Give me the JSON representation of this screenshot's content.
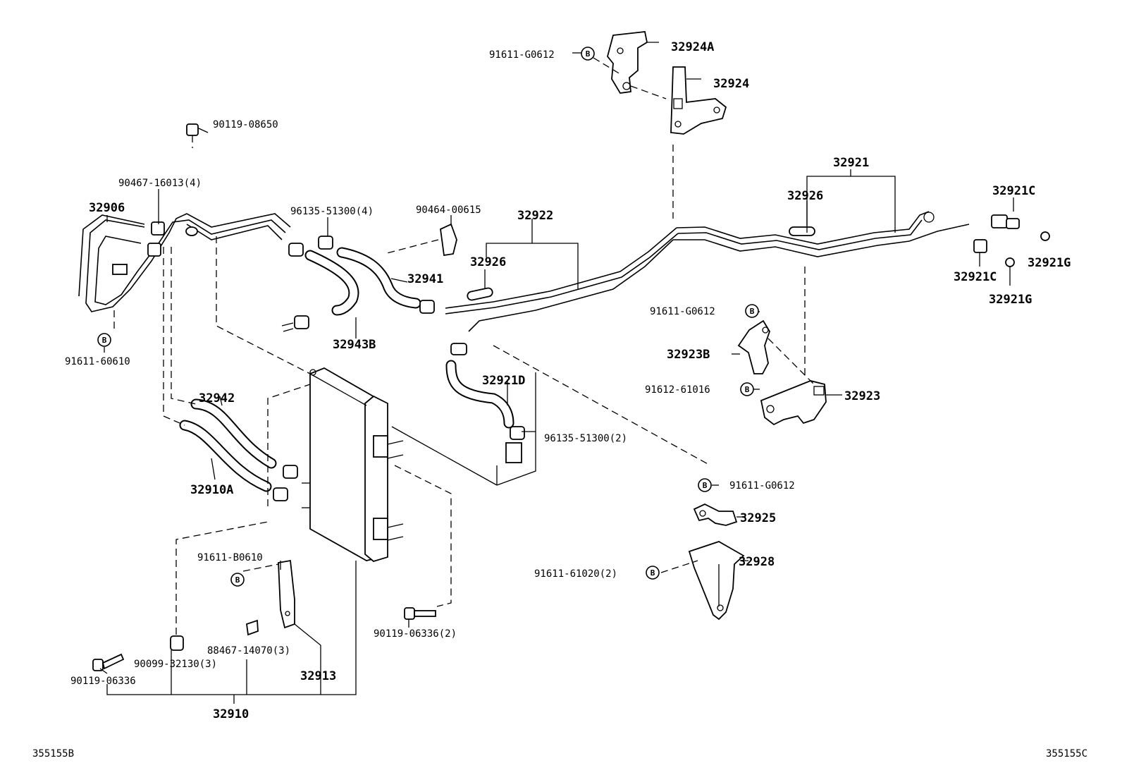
{
  "labels": {
    "p32924A": "32924A",
    "p32924": "32924",
    "p91611_G0612_top": "91611-G0612",
    "p90119_08650": "90119-08650",
    "p90467_16013": "90467-16013(4)",
    "p32906": "32906",
    "p96135_51300_4": "96135-51300(4)",
    "p90464_00615": "90464-00615",
    "p32922": "32922",
    "p32926_mid": "32926",
    "p32941": "32941",
    "p32943B": "32943B",
    "p91611_60610": "91611-60610",
    "p32921": "32921",
    "p32926_right": "32926",
    "p32921C_top": "32921C",
    "p32921C_bot": "32921C",
    "p32921G_top": "32921G",
    "p32921G_bot": "32921G",
    "p91611_G0612_mid": "91611-G0612",
    "p32923B": "32923B",
    "p91612_61016": "91612-61016",
    "p32923": "32923",
    "p32942": "32942",
    "p32921D": "32921D",
    "p96135_51300_2": "96135-51300(2)",
    "p32910A": "32910A",
    "p91611_G0612_low": "91611-G0612",
    "p32925": "32925",
    "p32928": "32928",
    "p91611_61020": "91611-61020(2)",
    "p91611_B0610": "91611-B0610",
    "p90119_06336_2": "90119-06336(2)",
    "p88467_14070": "88467-14070(3)",
    "p90099_32130": "90099-32130(3)",
    "p32913": "32913",
    "p90119_06336": "90119-06336",
    "p32910": "32910"
  },
  "corner_codes": {
    "left": "355155B",
    "right": "355155C"
  },
  "bolt_mark": "B"
}
